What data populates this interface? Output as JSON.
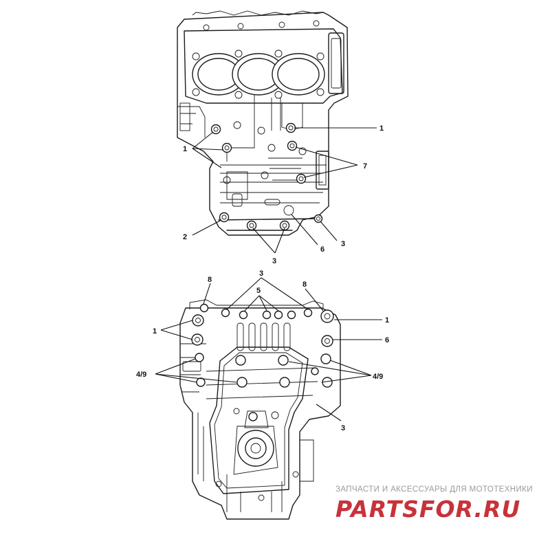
{
  "watermark": {
    "tagline": "ЗАПЧАСТИ И АКСЕССУАРЫ ДЛЯ МОТОТЕХНИКИ",
    "logo": "PARTSFOR.RU",
    "logo_color": "#c8323a"
  },
  "top_view": {
    "callouts": [
      "1",
      "1",
      "7",
      "2",
      "3",
      "3",
      "6"
    ]
  },
  "bottom_view": {
    "callouts": [
      "8",
      "3",
      "5",
      "8",
      "1",
      "1",
      "6",
      "4/9",
      "4/9",
      "3"
    ]
  }
}
